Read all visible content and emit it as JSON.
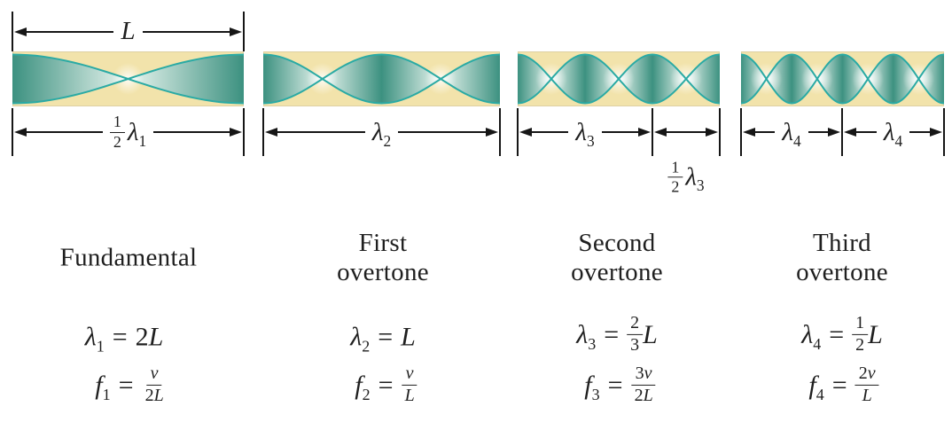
{
  "figure": {
    "colors": {
      "band_bg": "#f2e3ab",
      "band_edge": "#ded0a2",
      "wave_dark": "#3c9180",
      "wave_light": "#e9f5ef",
      "wave_stroke": "#2aaaa4",
      "ink": "#1f1f1f"
    },
    "equals": "=",
    "panels": [
      {
        "name": "fundamental",
        "mode": 1,
        "title1": "Fundamental",
        "top_dim": {
          "label": "L"
        },
        "dim_half_lambda": {
          "frac_num": "1",
          "frac_den": "2",
          "sym": "λ",
          "sub": "1"
        },
        "lambda_eq": {
          "sym": "λ",
          "sub": "1",
          "rhs_pre": "2",
          "rhs_var": "L"
        },
        "freq_eq": {
          "sym": "f",
          "sub": "1",
          "num_pre": "",
          "num_var": "v",
          "den_pre": "2",
          "den_var": "L"
        }
      },
      {
        "name": "first-overtone",
        "mode": 2,
        "title1": "First",
        "title2": "overtone",
        "dim_lambda": {
          "sym": "λ",
          "sub": "2"
        },
        "lambda_eq": {
          "sym": "λ",
          "sub": "2",
          "rhs_pre": "",
          "rhs_var": "L"
        },
        "freq_eq": {
          "sym": "f",
          "sub": "2",
          "num_pre": "",
          "num_var": "v",
          "den_pre": "",
          "den_var": "L"
        }
      },
      {
        "name": "second-overtone",
        "mode": 3,
        "title1": "Second",
        "title2": "overtone",
        "dim_lambda": {
          "sym": "λ",
          "sub": "3"
        },
        "dim_half_lambda_below": {
          "frac_num": "1",
          "frac_den": "2",
          "sym": "λ",
          "sub": "3"
        },
        "lambda_eq": {
          "sym": "λ",
          "sub": "3",
          "frac_num": "2",
          "frac_den": "3",
          "rhs_var": "L"
        },
        "freq_eq": {
          "sym": "f",
          "sub": "3",
          "num_pre": "3",
          "num_var": "v",
          "den_pre": "2",
          "den_var": "L"
        }
      },
      {
        "name": "third-overtone",
        "mode": 4,
        "title1": "Third",
        "title2": "overtone",
        "dim_lambda_left": {
          "sym": "λ",
          "sub": "4"
        },
        "dim_lambda_right": {
          "sym": "λ",
          "sub": "4"
        },
        "lambda_eq": {
          "sym": "λ",
          "sub": "4",
          "frac_num": "1",
          "frac_den": "2",
          "rhs_var": "L"
        },
        "freq_eq": {
          "sym": "f",
          "sub": "4",
          "num_pre": "2",
          "num_var": "v",
          "den_pre": "",
          "den_var": "L"
        }
      }
    ]
  }
}
